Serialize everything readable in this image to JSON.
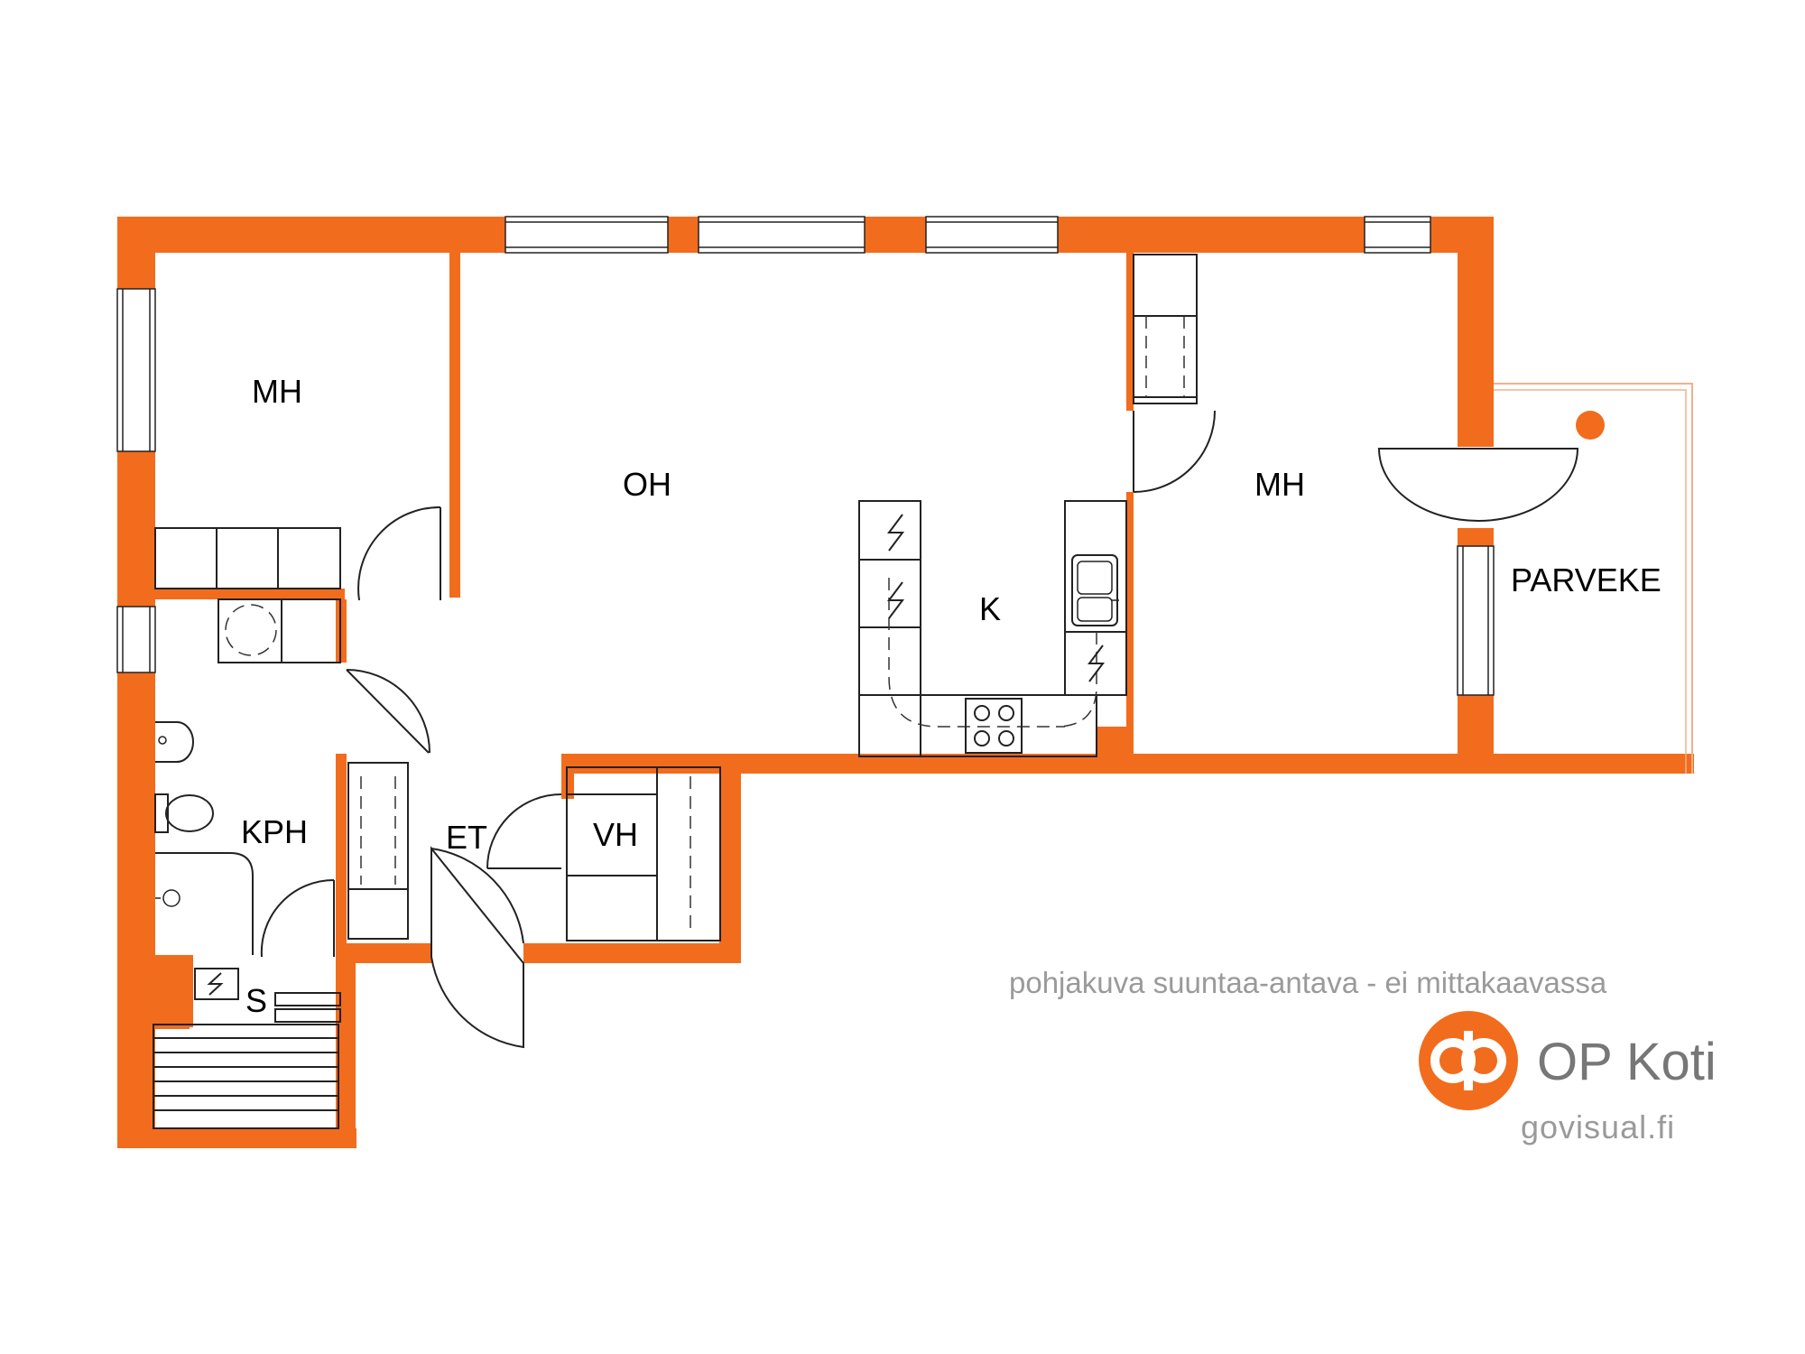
{
  "rooms": {
    "mh_left": "MH",
    "oh": "OH",
    "k": "K",
    "mh_right": "MH",
    "parveke": "PARVEKE",
    "kph": "KPH",
    "et": "ET",
    "vh": "VH",
    "s": "S"
  },
  "notes": {
    "disclaimer": "pohjakuva suuntaa-antava - ei mittakaavassa",
    "brand": "OP Koti",
    "site": "govisual.fi"
  },
  "colors": {
    "wall": "#f26c1d",
    "line": "#222222",
    "text_gray": "#9a9a9a"
  },
  "icons": [
    "stove-icon",
    "sink-icon",
    "toilet-icon",
    "shower-icon",
    "electric-outlet-icon",
    "op-logo-icon"
  ]
}
